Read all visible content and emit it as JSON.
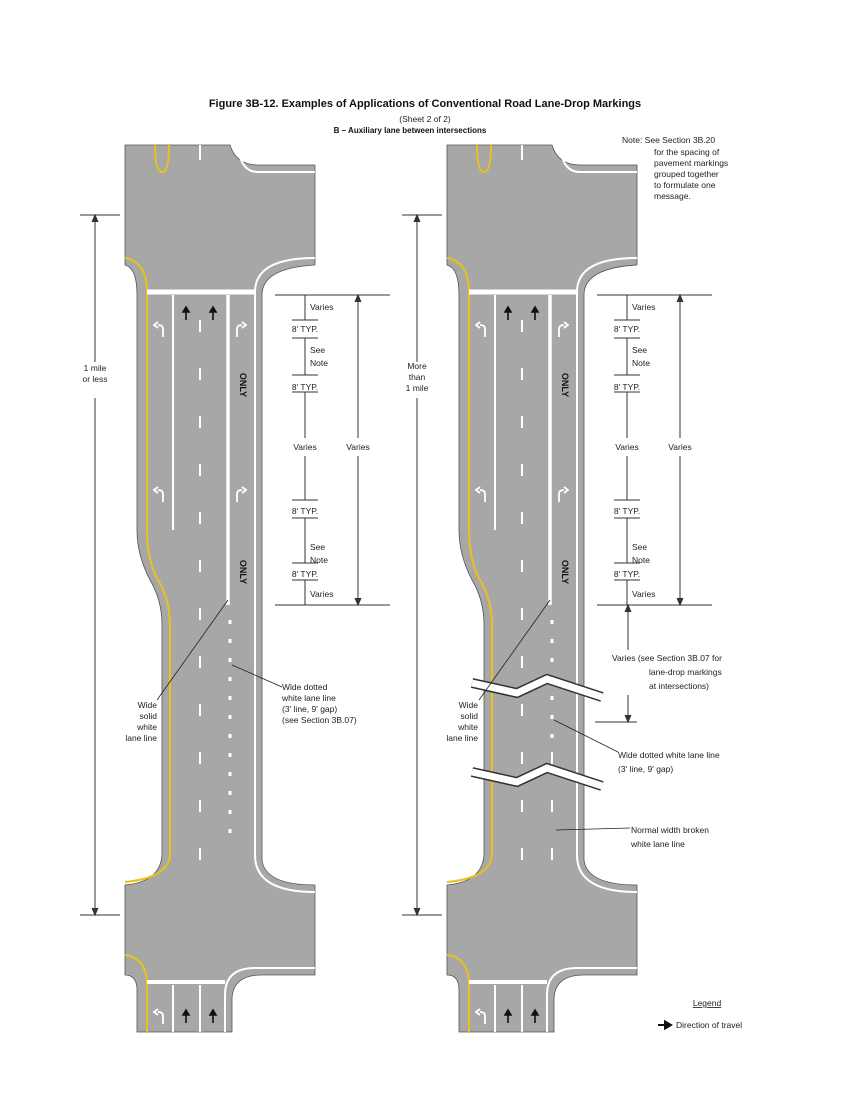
{
  "title": "Figure 3B-12.  Examples of Applications of Conventional Road Lane-Drop Markings",
  "subtitle": "(Sheet 2 of 2)",
  "section": "B – Auxiliary lane between intersections",
  "note": [
    "Note:  See Section 3B.20",
    "for the spacing of",
    "pavement markings",
    "grouped together",
    "to formulate one",
    "message."
  ],
  "colors": {
    "pavement": "#a7a7a7",
    "yellow": "#e8c21a",
    "white": "#ffffff",
    "ink": "#222222"
  },
  "pavement_word": "ONLY",
  "left": {
    "distance": [
      "1 mile",
      "or less"
    ],
    "dims": {
      "varies": "Varies",
      "typ": "8' TYP.",
      "see": "See",
      "note": "Note",
      "outer": "Varies"
    },
    "dotted_label": [
      "Wide dotted",
      "white lane line",
      "(3' line, 9' gap)",
      "(see Section 3B.07)"
    ],
    "solid_label": [
      "Wide",
      "solid",
      "white",
      "lane line"
    ]
  },
  "right": {
    "distance": [
      "More",
      "than",
      "1 mile"
    ],
    "dims": {
      "varies": "Varies",
      "typ": "8' TYP.",
      "see": "See",
      "note": "Note",
      "outer": "Varies"
    },
    "varies_label": [
      "Varies (see Section 3B.07 for",
      "lane-drop markings",
      "at intersections)"
    ],
    "dotted_label": [
      "Wide dotted white lane line",
      "(3' line, 9' gap)"
    ],
    "normal_label": [
      "Normal width broken",
      "white lane line"
    ],
    "solid_label": [
      "Wide",
      "solid",
      "white",
      "lane line"
    ]
  },
  "legend": {
    "title": "Legend",
    "item": "Direction of travel",
    "icon": "arrow-right-icon"
  }
}
